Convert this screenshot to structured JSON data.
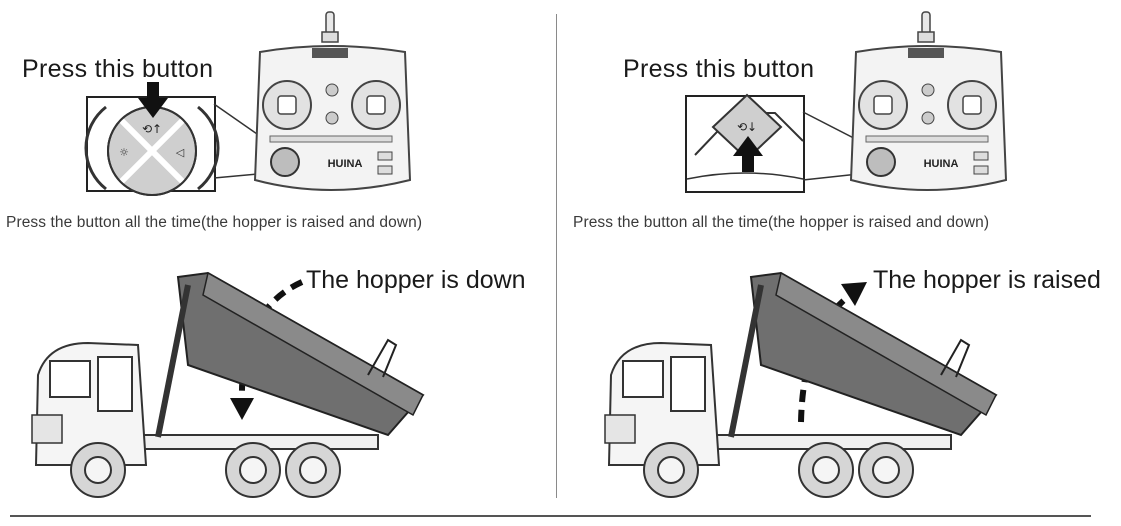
{
  "panels": [
    {
      "press_label": "Press this button",
      "caption": "Press the button all the time(the hopper is raised and down)",
      "hopper_label": "The hopper is down",
      "remote_brand": "HUINA",
      "arrow_direction": "down"
    },
    {
      "press_label": "Press this button",
      "caption": "Press the button all the time(the hopper is raised and down)",
      "hopper_label": "The hopper is raised",
      "remote_brand": "HUINA",
      "arrow_direction": "up"
    }
  ],
  "icons": {
    "press_arrow": "arrow-icon",
    "remote": "remote-control-icon",
    "truck": "dump-truck-icon",
    "motion_arrow": "curved-dashed-arrow-icon"
  }
}
